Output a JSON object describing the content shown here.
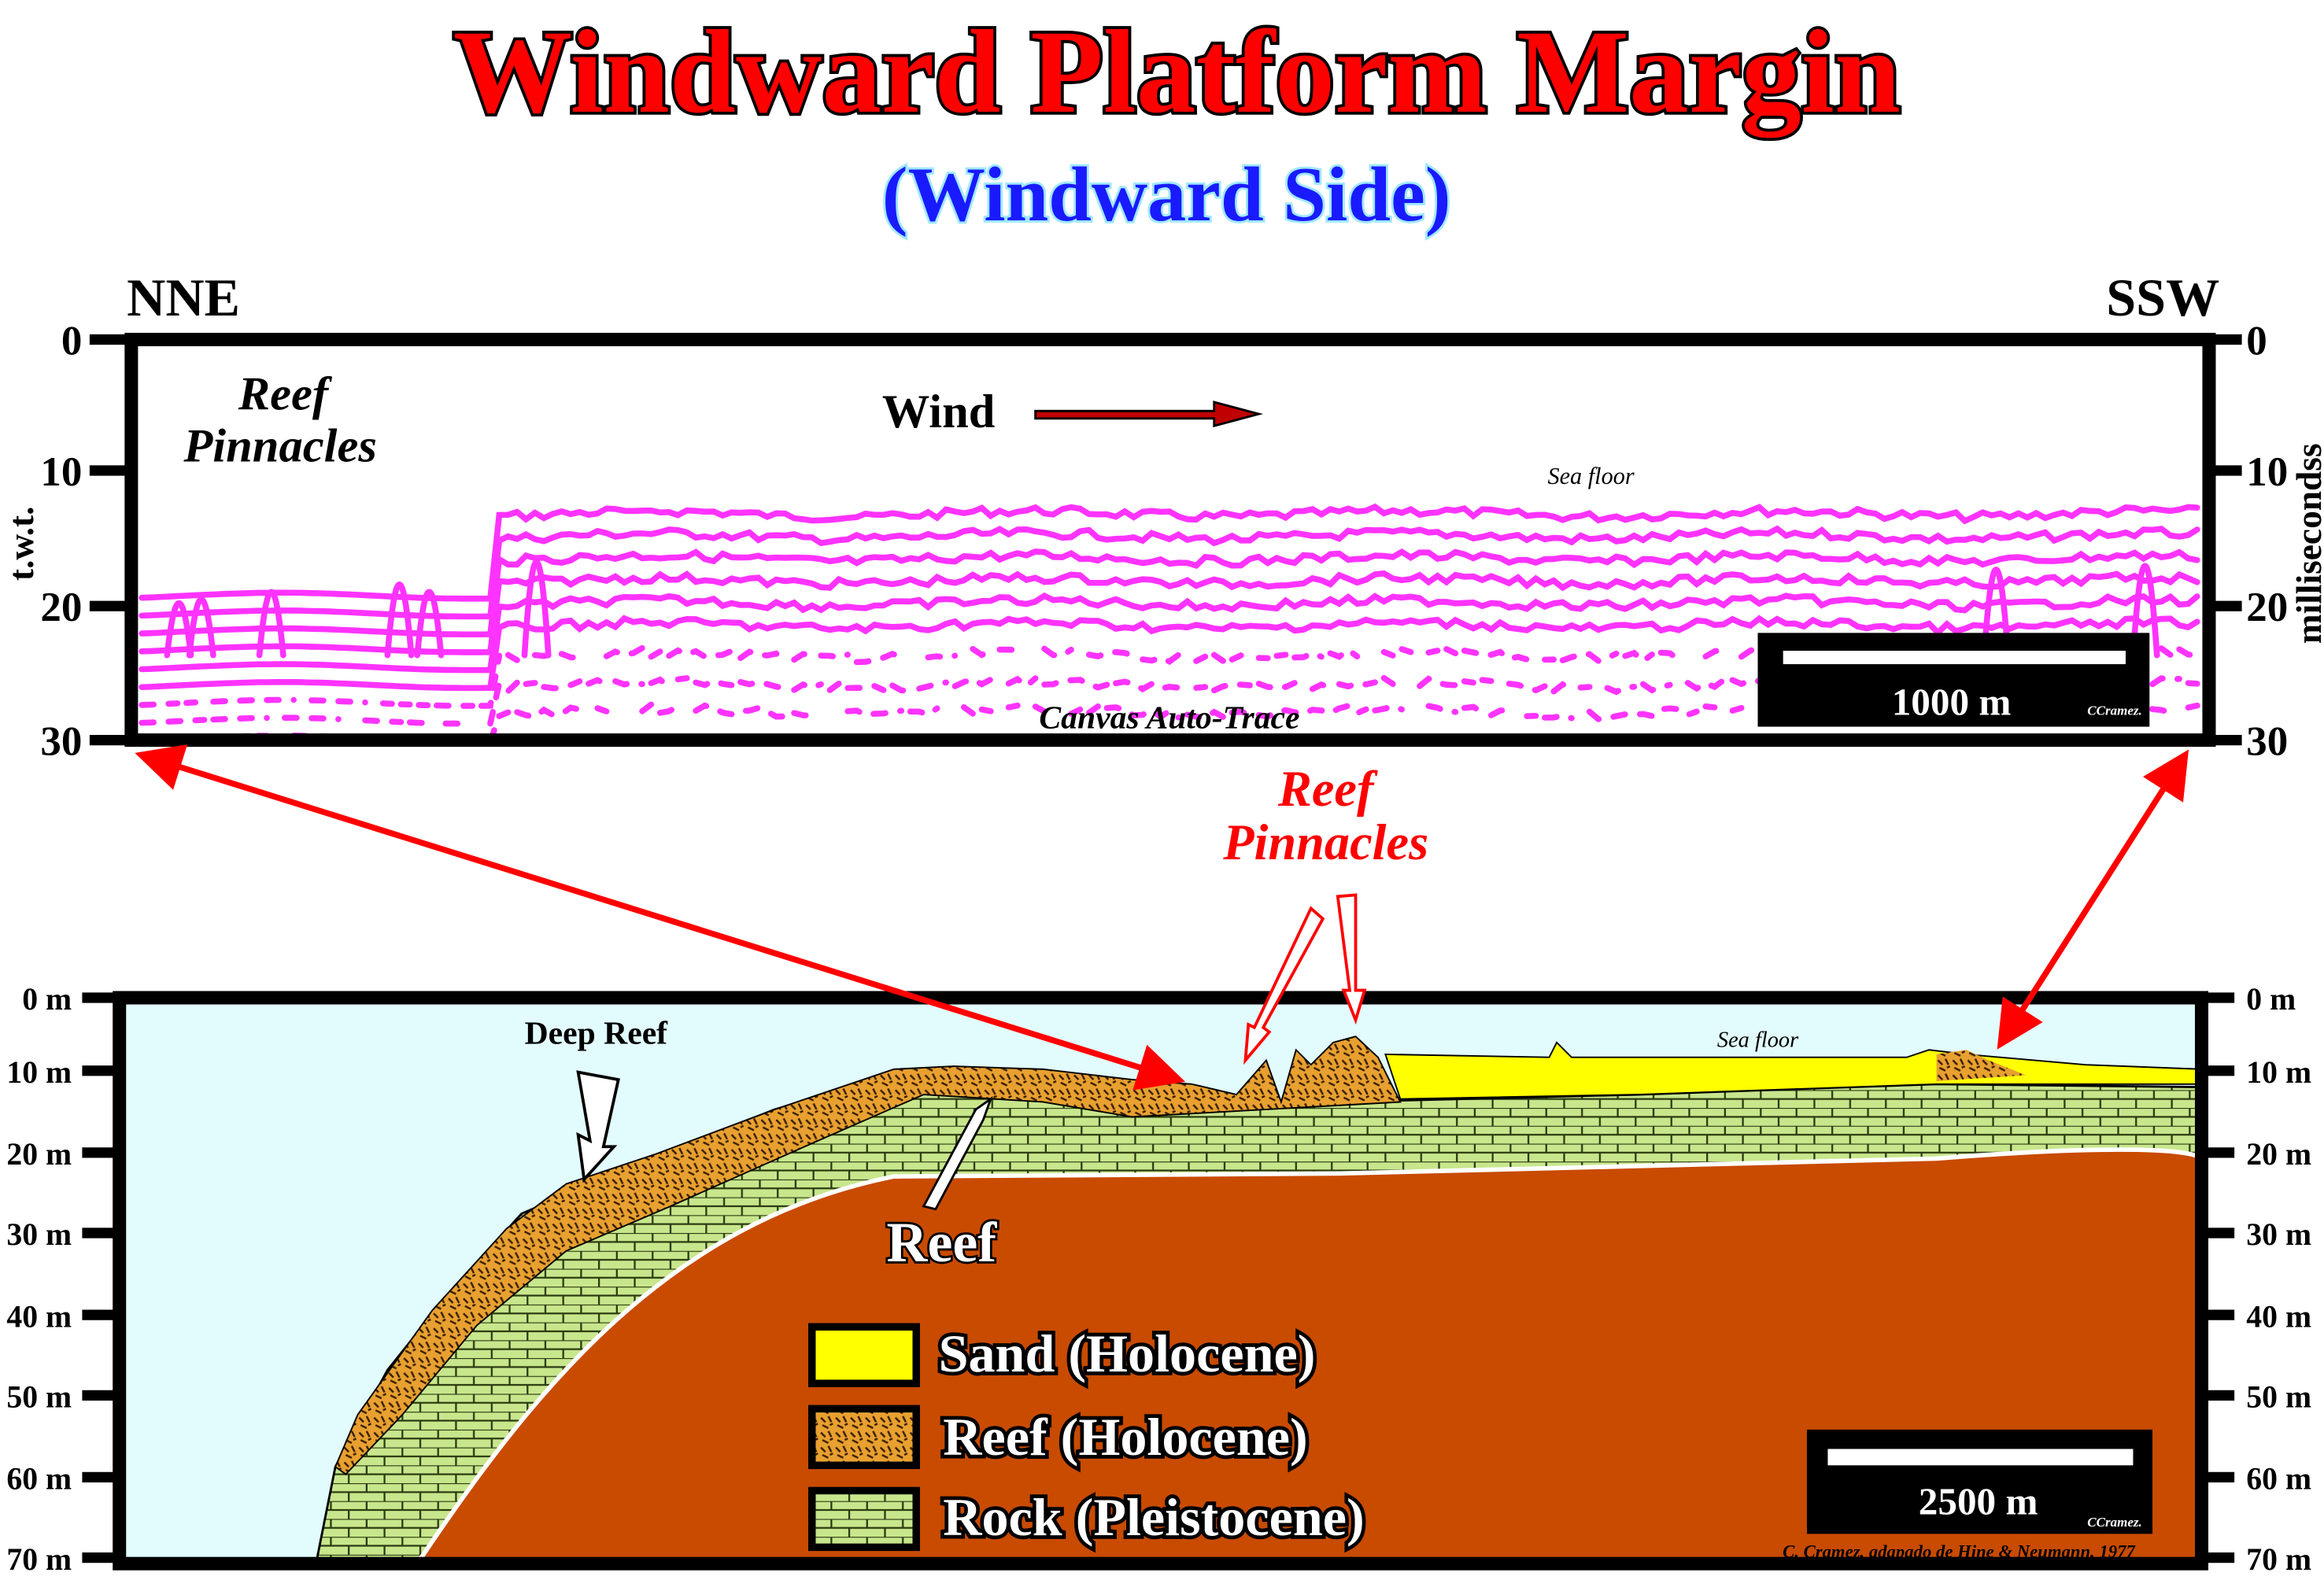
{
  "title": "Windward Platform Margin",
  "subtitle": "(Windward Side)",
  "directions": {
    "left": "NNE",
    "right": "SSW"
  },
  "seismic": {
    "left_axis_label": "t.w.t.",
    "right_axis_label": "millisecondss",
    "ticks": [
      "0",
      "10",
      "20",
      "30"
    ],
    "reef_label_line1": "Reef",
    "reef_label_line2": "Pinnacles",
    "wind_label": "Wind",
    "sea_floor_label": "Sea floor",
    "trace_label": "Canvas Auto-Trace",
    "scale_label": "1000 m",
    "scale_signature": "CCramez."
  },
  "callout": {
    "line1": "Reef",
    "line2": "Pinnacles"
  },
  "section": {
    "ticks": [
      "0 m",
      "10 m",
      "20 m",
      "30 m",
      "40 m",
      "50 m",
      "60 m",
      "70 m"
    ],
    "deep_reef_label": "Deep Reef",
    "reef_label": "Reef",
    "sea_floor_label": "Sea floor",
    "scale_label": "2500 m",
    "scale_signature": "CCramez.",
    "credit": "C. Cramez, adapado de Hine & Neumann, 1977"
  },
  "legend": [
    {
      "label": "Sand (Holocene)",
      "color": "#ffff00"
    },
    {
      "label": "Reef (Holocene)",
      "color": "#e8a030"
    },
    {
      "label": "Rock (Pleistocene)",
      "color": "#c8e68c"
    }
  ],
  "colors": {
    "title": "#ff0000",
    "subtitle": "#1a1aff",
    "seismic": "#ff33ff",
    "sky": "#e2fbfd",
    "basement": "#c84b00",
    "rock": "#c8e68c",
    "reef": "#e8a030",
    "sand": "#ffff00",
    "arrow": "#ff0000"
  }
}
